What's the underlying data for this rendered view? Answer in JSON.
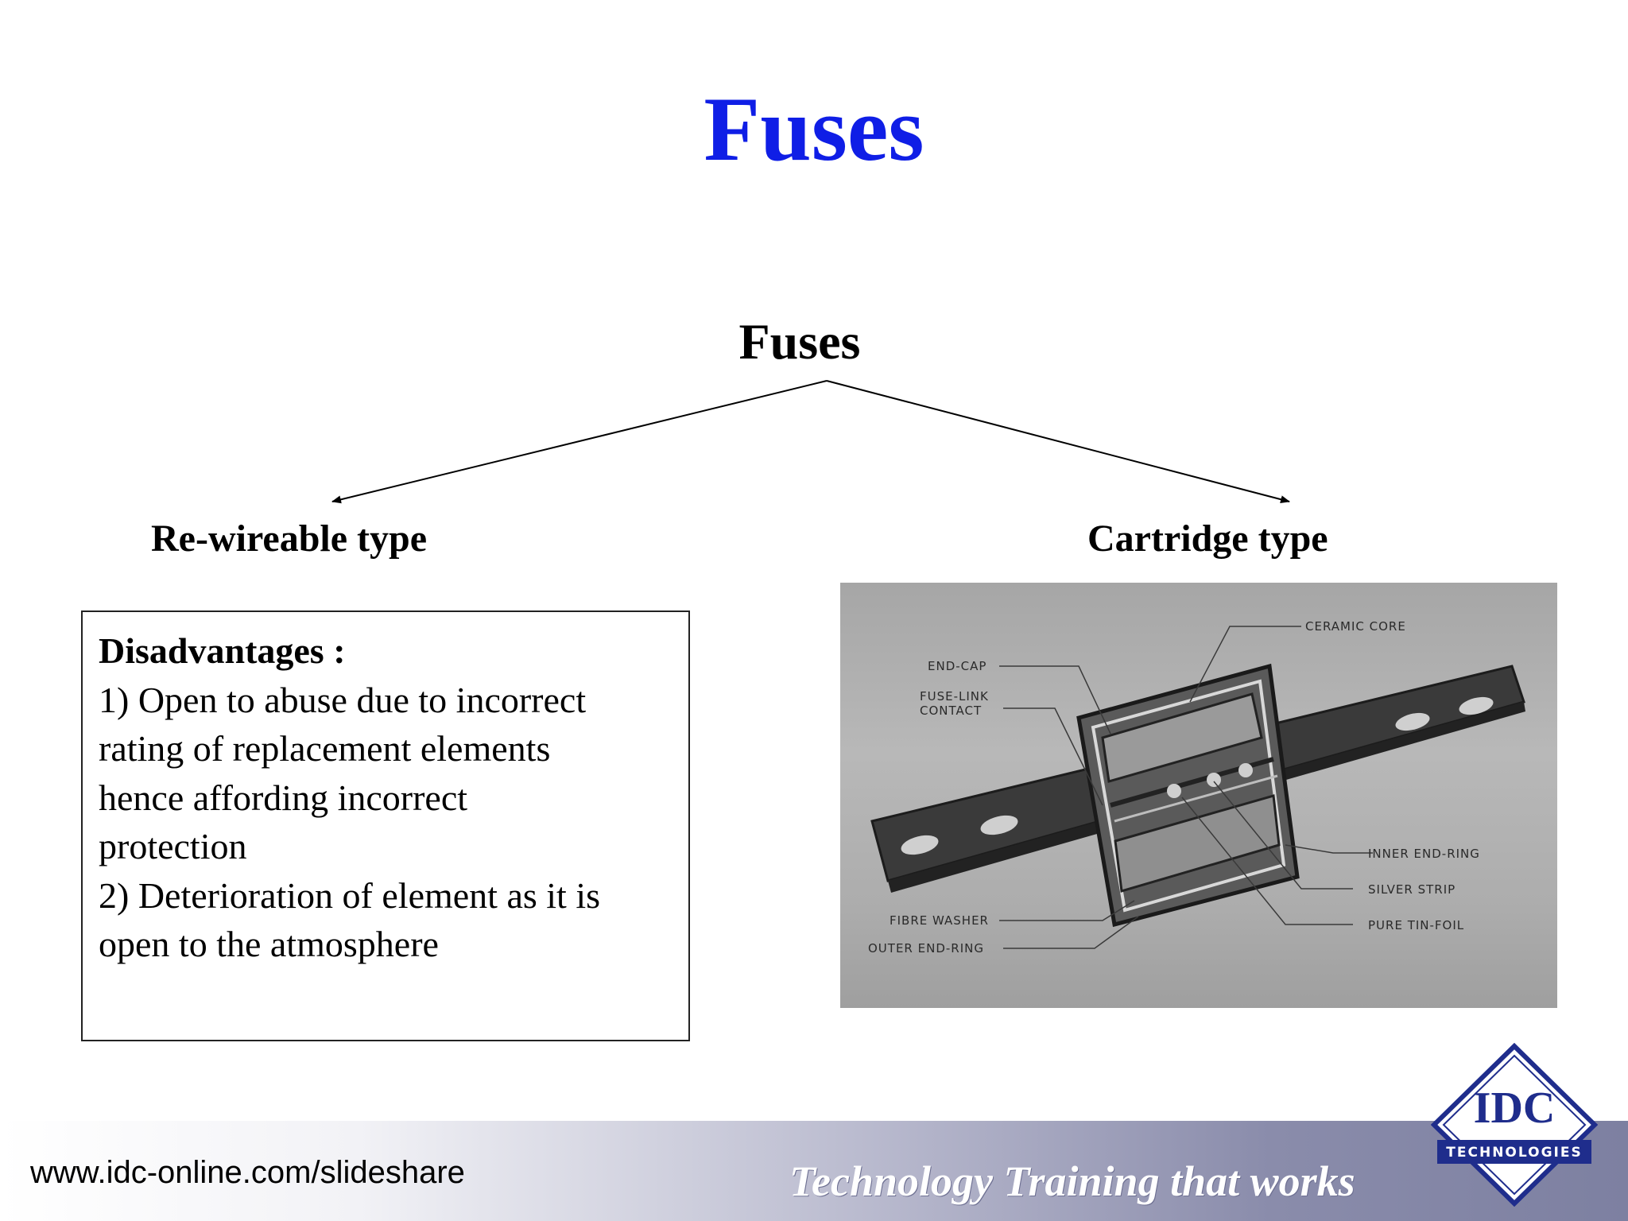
{
  "slide": {
    "title": "Fuses"
  },
  "tree": {
    "root": "Fuses",
    "left_branch": "Re-wireable type",
    "right_branch": "Cartridge type"
  },
  "notes": {
    "heading": "Disadvantages :",
    "lines": [
      "1) Open to abuse due to incorrect",
      "rating of replacement elements",
      "hence affording incorrect",
      "protection",
      "2) Deterioration of element as it is",
      "open to the atmosphere"
    ]
  },
  "figure": {
    "callouts": [
      "CERAMIC CORE",
      "END-CAP",
      "FUSE-LINK",
      "CONTACT",
      "INNER END-RING",
      "SILVER STRIP",
      "FIBRE WASHER",
      "PURE TIN-FOIL",
      "OUTER END-RING"
    ]
  },
  "footer": {
    "url": "www.idc-online.com/slideshare",
    "tagline": "Technology Training that works"
  },
  "logo": {
    "name": "IDC",
    "subtitle": "TECHNOLOGIES"
  },
  "colors": {
    "title": "#0f1ee6",
    "logo_blue": "#1f2d8c"
  }
}
